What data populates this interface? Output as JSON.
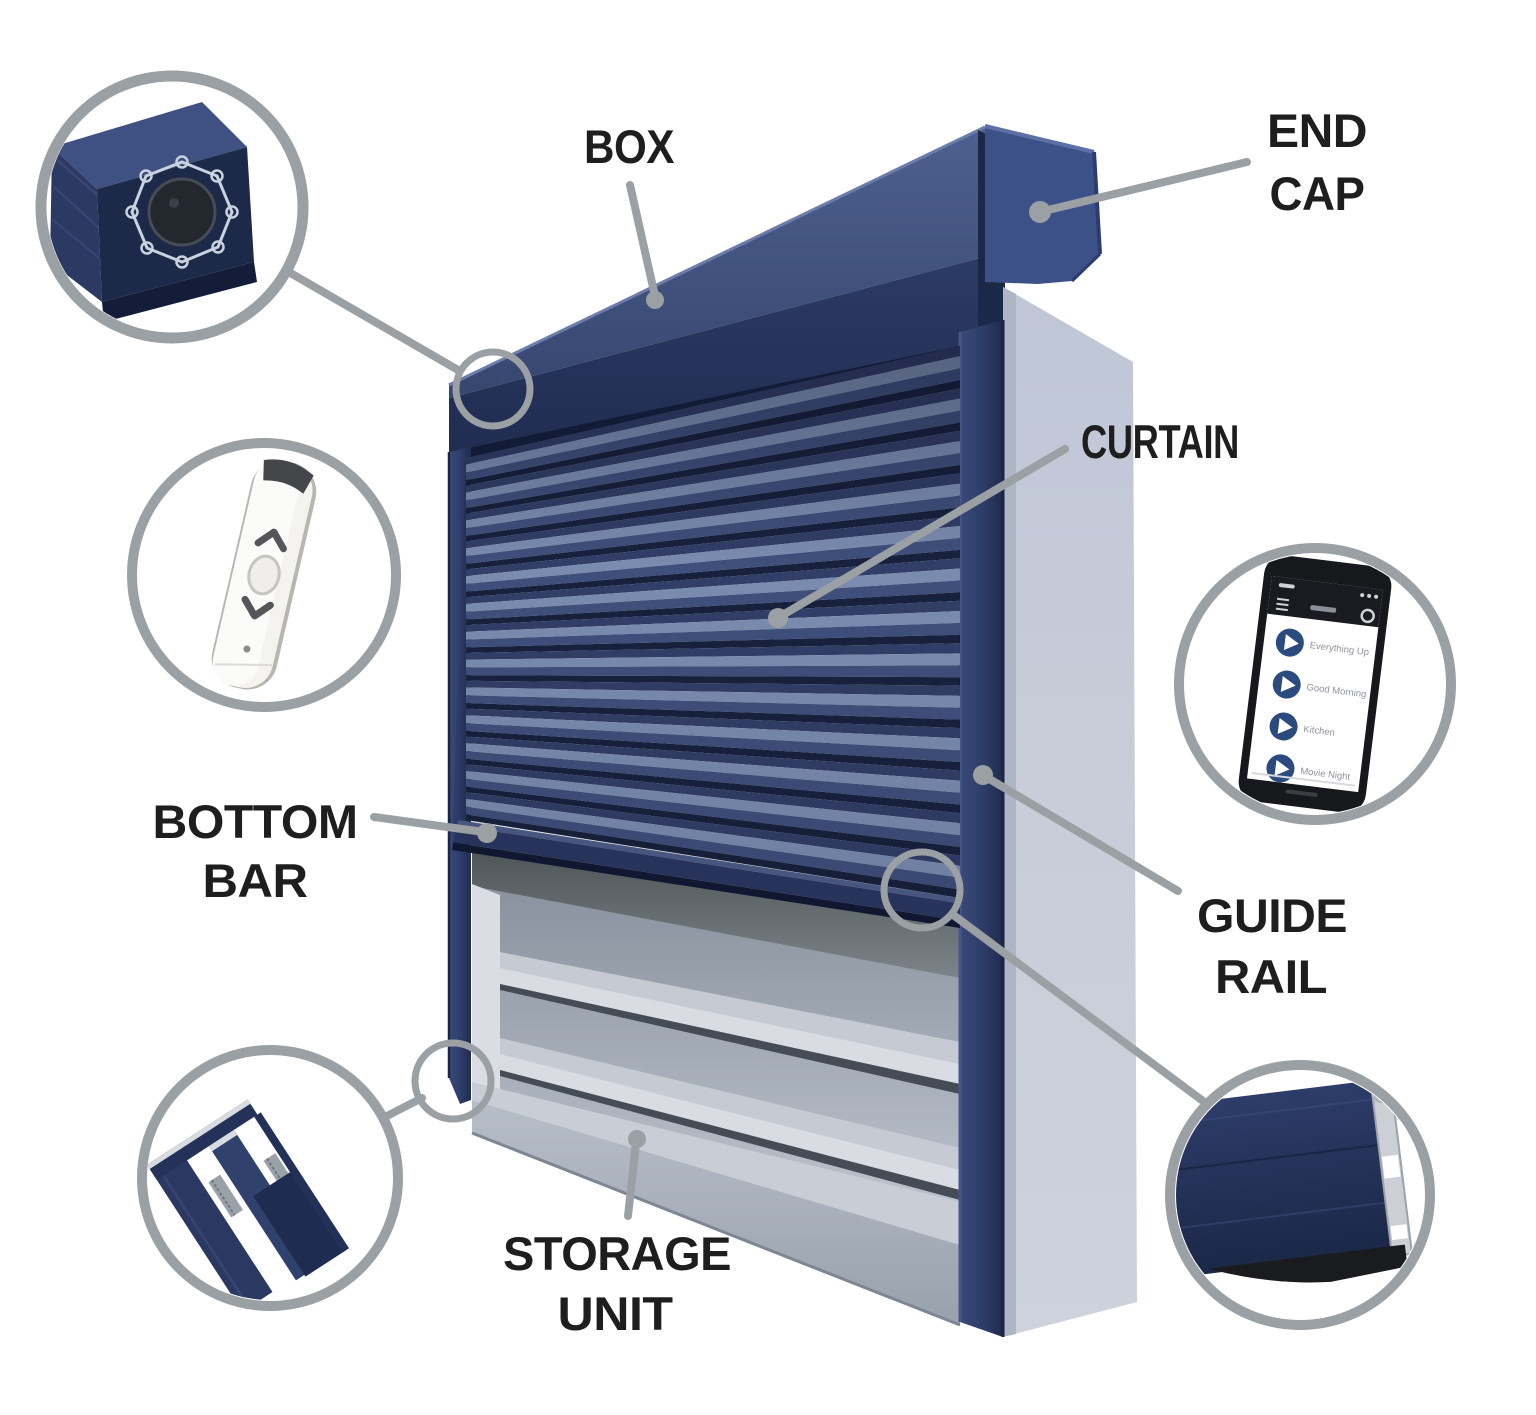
{
  "labels": {
    "box": "BOX",
    "end_cap": [
      "END",
      "CAP"
    ],
    "curtain": "CURTAIN",
    "bottom_bar": [
      "BOTTOM",
      "BAR"
    ],
    "guide_rail": [
      "GUIDE",
      "RAIL"
    ],
    "storage_unit": [
      "STORAGE",
      "UNIT"
    ]
  },
  "callouts": {
    "box_cross_section": {
      "name": "box-cross-section-detail"
    },
    "remote_control": {
      "name": "remote-control"
    },
    "smartphone_app": {
      "name": "smartphone-app",
      "rows": [
        "Everything Up",
        "Good Morning",
        "Kitchen",
        "Movie Night"
      ]
    },
    "guide_rail_profile": {
      "name": "guide-rail-profile-detail"
    },
    "bottom_bar_profile": {
      "name": "bottom-bar-profile-detail"
    }
  },
  "colors": {
    "navy_front": "#28365f",
    "navy_dark": "#18223f",
    "navy_top": "#46588a",
    "end_cap_blue": "#3d5189",
    "slat_highlight": "#7d90b4",
    "wall_gray": "#c7cdda",
    "interior_gray": "#aab1bc",
    "shelf_light": "#d9dce2",
    "leader_gray": "#9ba0a4",
    "label_black": "#1e1e1e",
    "app_button_blue": "#2b4a7e"
  }
}
